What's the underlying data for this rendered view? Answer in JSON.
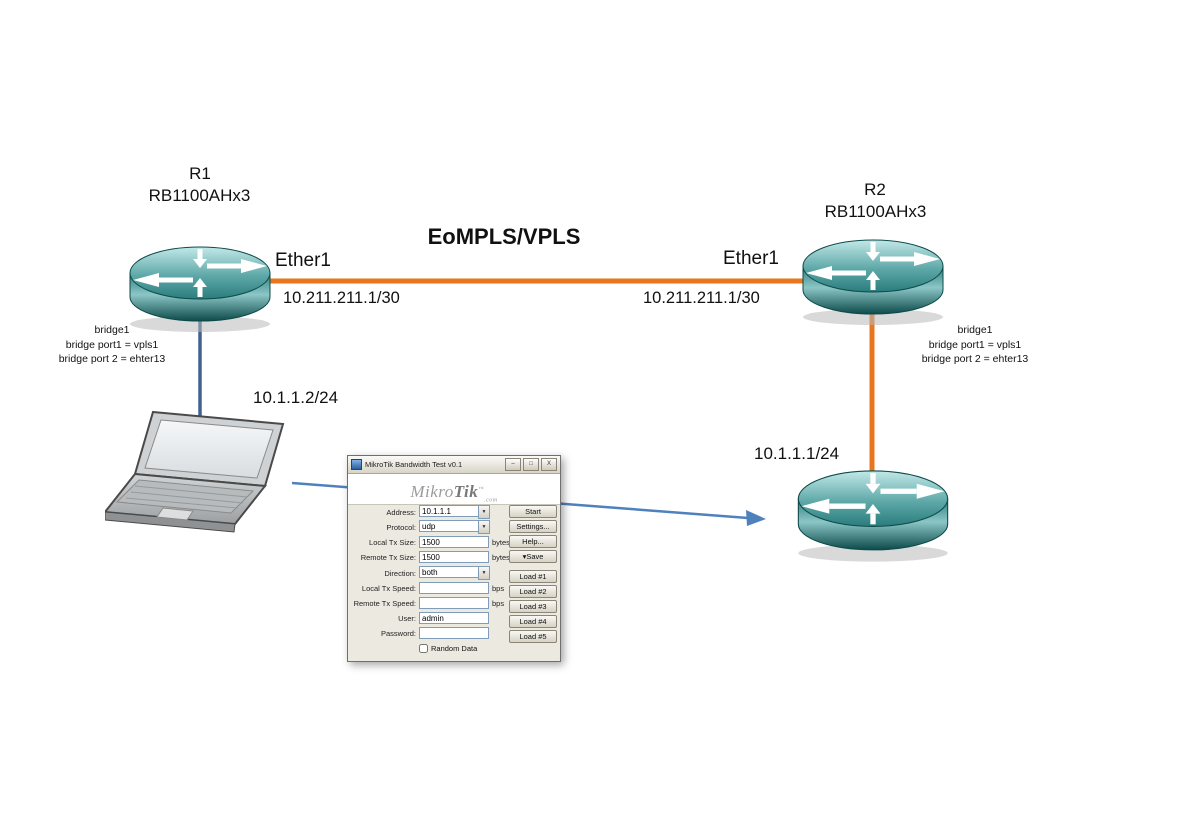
{
  "diagram": {
    "wan_label": "EoMPLS/VPLS",
    "r1": {
      "name": "R1",
      "model": "RB1100AHx3",
      "port_label": "Ether1",
      "port_ip": "10.211.211.1/30",
      "bridge_lines": [
        "bridge1",
        "bridge port1 = vpls1",
        "bridge port 2 = ehter13"
      ]
    },
    "r2": {
      "name": "R2",
      "model": "RB1100AHx3",
      "port_label": "Ether1",
      "port_ip": "10.211.211.1/30",
      "bridge_lines": [
        "bridge1",
        "bridge port1 = vpls1",
        "bridge port 2 = ehter13"
      ]
    },
    "pc_ip": "10.1.1.2/24",
    "r3_ip": "10.1.1.1/24",
    "colors": {
      "wan_link": "#E8761E",
      "lan_link": "#41628E",
      "flow_arrow": "#4F81BD"
    }
  },
  "btest": {
    "title": "MikroTik Bandwidth Test v0.1",
    "window_buttons": {
      "minimize": "–",
      "maximize": "□",
      "close": "X"
    },
    "logo": {
      "mikro": "Mikro",
      "tik": "Tik",
      "tm": "™",
      "com": ".com"
    },
    "fields": [
      {
        "label": "Address:",
        "value": "10.1.1.1"
      },
      {
        "label": "Protocol:",
        "value": "udp"
      },
      {
        "label": "Local Tx Size:",
        "value": "1500",
        "suffix": "bytes"
      },
      {
        "label": "Remote Tx Size:",
        "value": "1500",
        "suffix": "bytes"
      },
      {
        "label": "Direction:",
        "value": "both"
      },
      {
        "label": "Local Tx Speed:",
        "value": "",
        "suffix": "bps"
      },
      {
        "label": "Remote Tx Speed:",
        "value": "",
        "suffix": "bps"
      },
      {
        "label": "User:",
        "value": "admin"
      },
      {
        "label": "Password:",
        "value": ""
      }
    ],
    "checkbox_label": "Random Data",
    "save_arrow": "▾",
    "action_buttons": [
      "Start",
      "Settings...",
      "Help...",
      "Save"
    ],
    "load_buttons": [
      "Load #1",
      "Load #2",
      "Load #3",
      "Load #4",
      "Load #5"
    ]
  }
}
